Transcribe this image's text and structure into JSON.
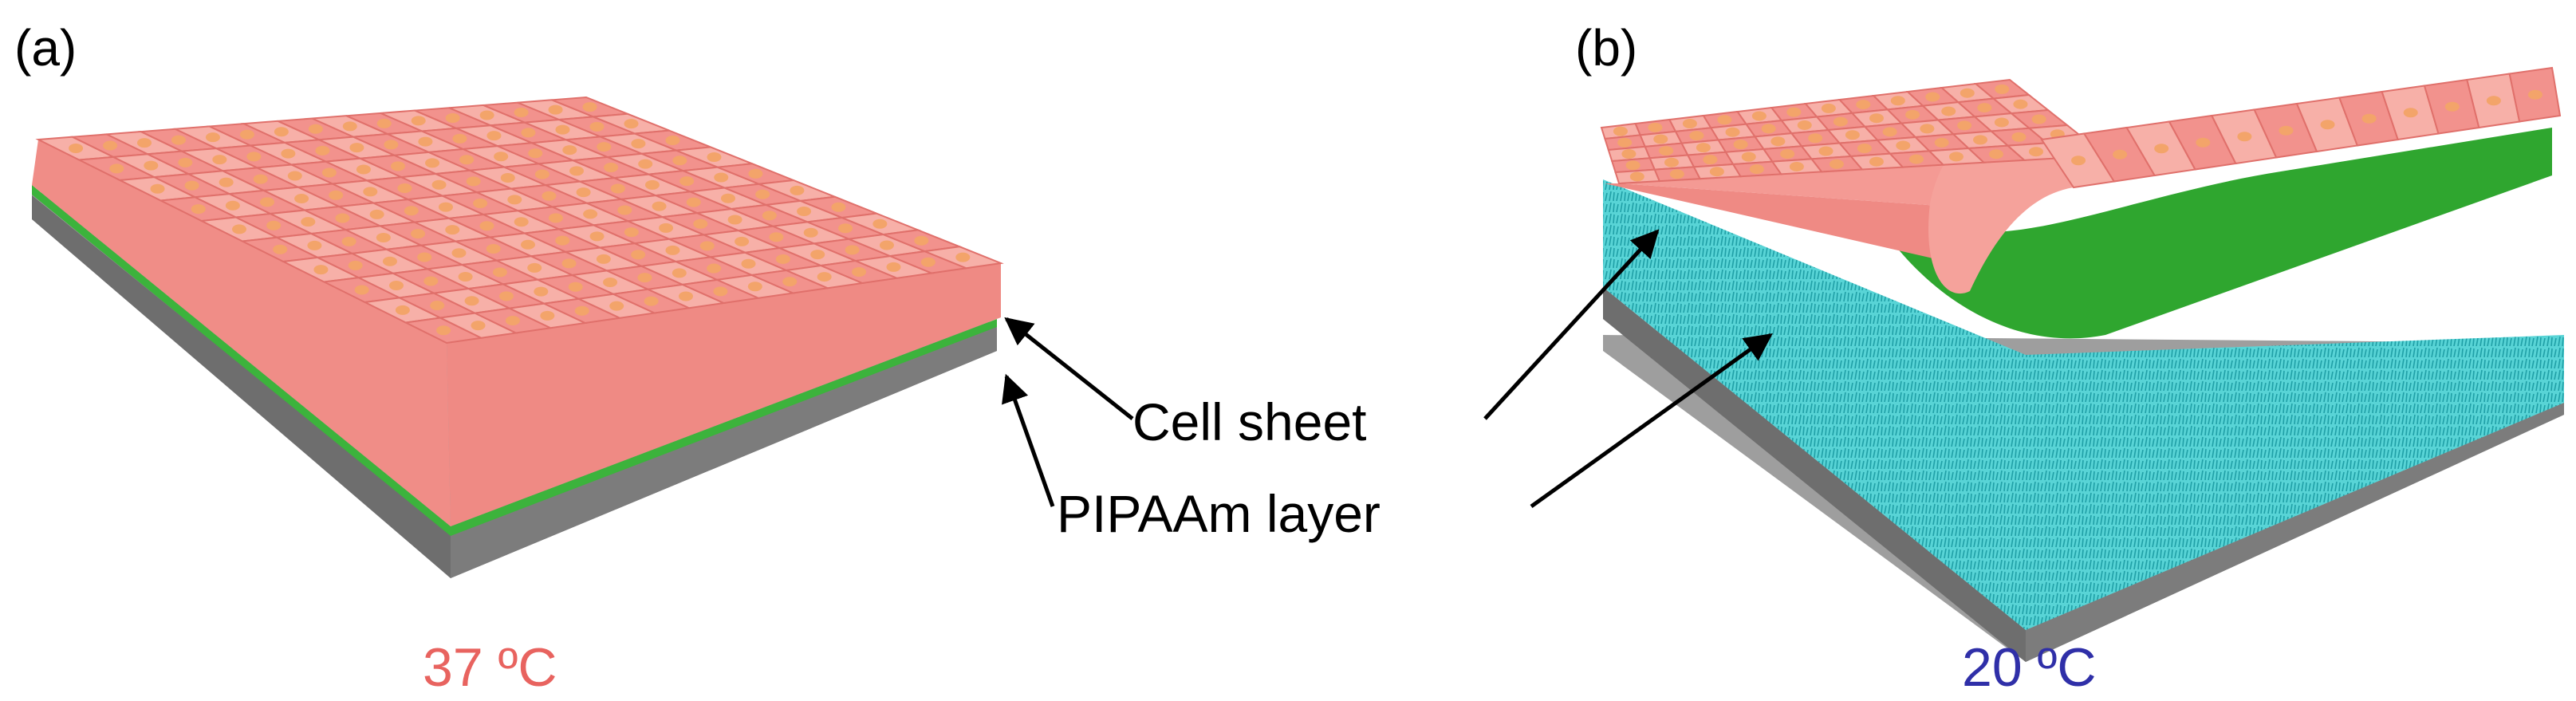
{
  "panels": [
    {
      "label": "(a)",
      "temperature": "37 ºC",
      "temperature_color": "#e8635f"
    },
    {
      "label": "(b)",
      "temperature": "20 ºC",
      "temperature_color": "#2f2fa8"
    }
  ],
  "callouts": {
    "cell_sheet": "Cell sheet",
    "pipaam_layer": "PIPAAm layer"
  },
  "colors": {
    "cell": "#f2928d",
    "cell_light": "#f7b0a8",
    "cell_dark": "#e0706b",
    "nucleus": "#f3a46a",
    "pipaam_collapsed": "#3cb33c",
    "pipaam_hydrated": "#3fc8cc",
    "substrate_top": "#a8a8a8",
    "substrate_side": "#7a7a7a"
  }
}
